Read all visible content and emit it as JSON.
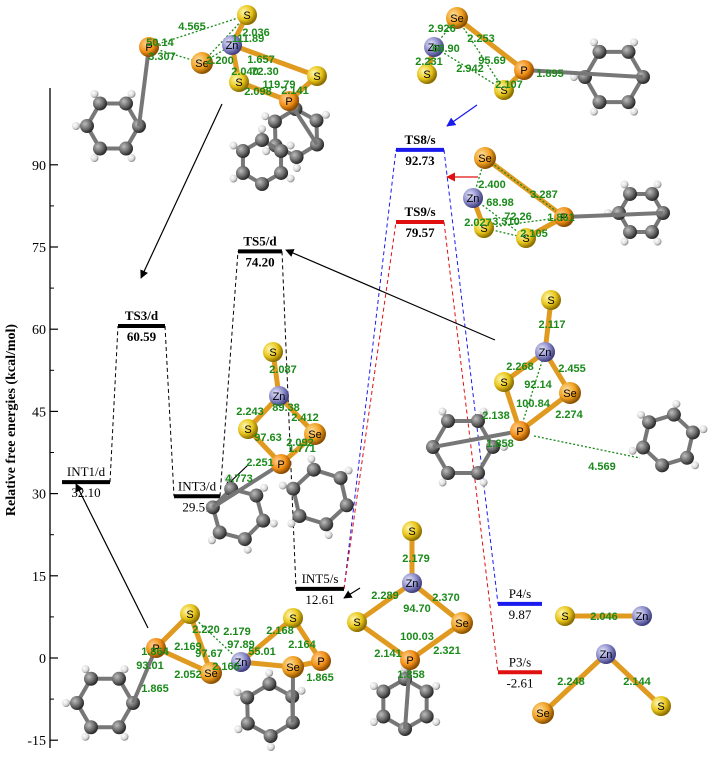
{
  "axis": {
    "ylabel": "Relative free energies (kcal/mol)",
    "ticks": [
      "90",
      "75",
      "60",
      "45",
      "30",
      "15",
      "0",
      "-15"
    ]
  },
  "levels": [
    {
      "id": "INT1",
      "label": "INT1/d",
      "value": "32.10",
      "energy": 32.1
    },
    {
      "id": "TS3",
      "label": "TS3/d",
      "value": "60.59",
      "energy": 60.59
    },
    {
      "id": "INT3",
      "label": "INT3/d",
      "value": "29.51",
      "energy": 29.51
    },
    {
      "id": "TS5",
      "label": "TS5/d",
      "value": "74.20",
      "energy": 74.2
    },
    {
      "id": "INT5",
      "label": "INT5/s",
      "value": "12.61",
      "energy": 12.61
    },
    {
      "id": "TS8",
      "label": "TS8/s",
      "value": "92.73",
      "energy": 92.73
    },
    {
      "id": "TS9",
      "label": "TS9/s",
      "value": "79.57",
      "energy": 79.57
    },
    {
      "id": "P4",
      "label": "P4/s",
      "value": "9.87",
      "energy": 9.87
    },
    {
      "id": "P3",
      "label": "P3/s",
      "value": "-2.61",
      "energy": -2.61
    }
  ],
  "colors": {
    "blue_path": "#1a1aee",
    "red_path": "#e01010",
    "black_path": "#000000",
    "measure": "#1a8a1a"
  },
  "structures": {
    "ts3": {
      "atoms": [
        "S",
        "P",
        "Se",
        "Zn",
        "P",
        "S",
        "S"
      ],
      "measures": [
        "4.565",
        "111.89",
        "2.036",
        "50.14",
        "3.307",
        "2.200",
        "1.657",
        "2.040",
        "72.30",
        "119.79",
        "2.098",
        "2.141"
      ]
    },
    "ts8": {
      "atoms": [
        "Se",
        "Zn",
        "S",
        "S",
        "P"
      ],
      "measures": [
        "2.926",
        "66.90",
        "2.253",
        "2.231",
        "2.942",
        "95.69",
        "1.895",
        "2.107"
      ]
    },
    "ts9": {
      "atoms": [
        "Se",
        "Zn",
        "S",
        "S",
        "P"
      ],
      "measures": [
        "2.400",
        "3.287",
        "68.98",
        "72.26",
        "1.861",
        "2.027",
        "3.310",
        "2.105"
      ]
    },
    "ts5": {
      "atoms": [
        "S",
        "Zn",
        "S",
        "Se",
        "P"
      ],
      "measures": [
        "2.117",
        "2.268",
        "2.455",
        "92.14",
        "100.84",
        "2.138",
        "2.274",
        "1.858",
        "4.569"
      ]
    },
    "int3": {
      "atoms": [
        "S",
        "Zn",
        "S",
        "Se",
        "P"
      ],
      "measures": [
        "2.087",
        "89.38",
        "2.243",
        "2.412",
        "97.63",
        "2.092",
        "2.251",
        "1.771",
        "4.773"
      ]
    },
    "int5": {
      "atoms": [
        "S",
        "Zn",
        "S",
        "Se",
        "P"
      ],
      "measures": [
        "2.179",
        "2.289",
        "2.370",
        "94.70",
        "100.03",
        "2.141",
        "2.321",
        "1.858"
      ]
    },
    "int1": {
      "atoms": [
        "S",
        "P",
        "Se",
        "Zn",
        "S",
        "Se",
        "P"
      ],
      "measures": [
        "2.220",
        "2.179",
        "2.168",
        "1.864",
        "2.169",
        "97.67",
        "97.89",
        "55.01",
        "93.01",
        "2.052",
        "2.166",
        "2.164",
        "1.865",
        "1.865"
      ]
    },
    "p4": {
      "atoms": [
        "S",
        "Zn"
      ],
      "measures": [
        "2.046"
      ]
    },
    "p3": {
      "atoms": [
        "Zn",
        "Se",
        "S"
      ],
      "measures": [
        "2.248",
        "2.144"
      ]
    }
  }
}
